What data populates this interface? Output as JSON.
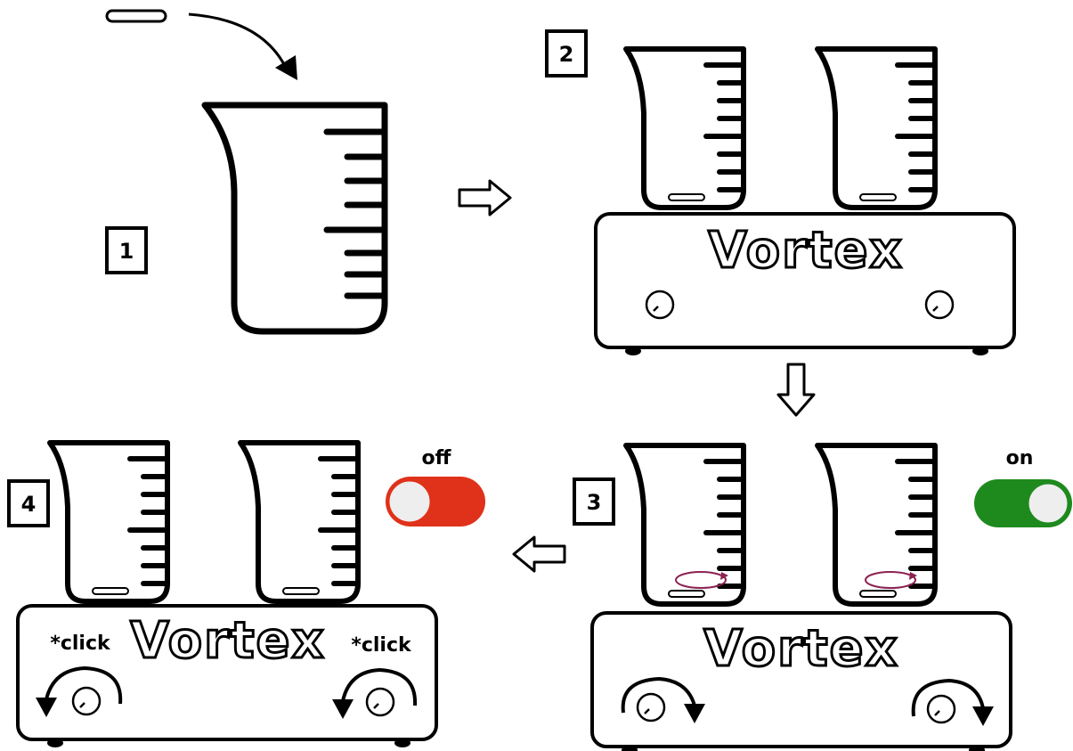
{
  "steps": [
    "1",
    "2",
    "3",
    "4"
  ],
  "brand": "Vortex",
  "toggle_off": {
    "label": "off",
    "color": "#e0311a"
  },
  "toggle_on": {
    "label": "on",
    "color": "#1e8a1e"
  },
  "click_left": "*click",
  "click_right": "*click",
  "colors": {
    "stroke": "#000000",
    "spin": "#8b2252"
  }
}
